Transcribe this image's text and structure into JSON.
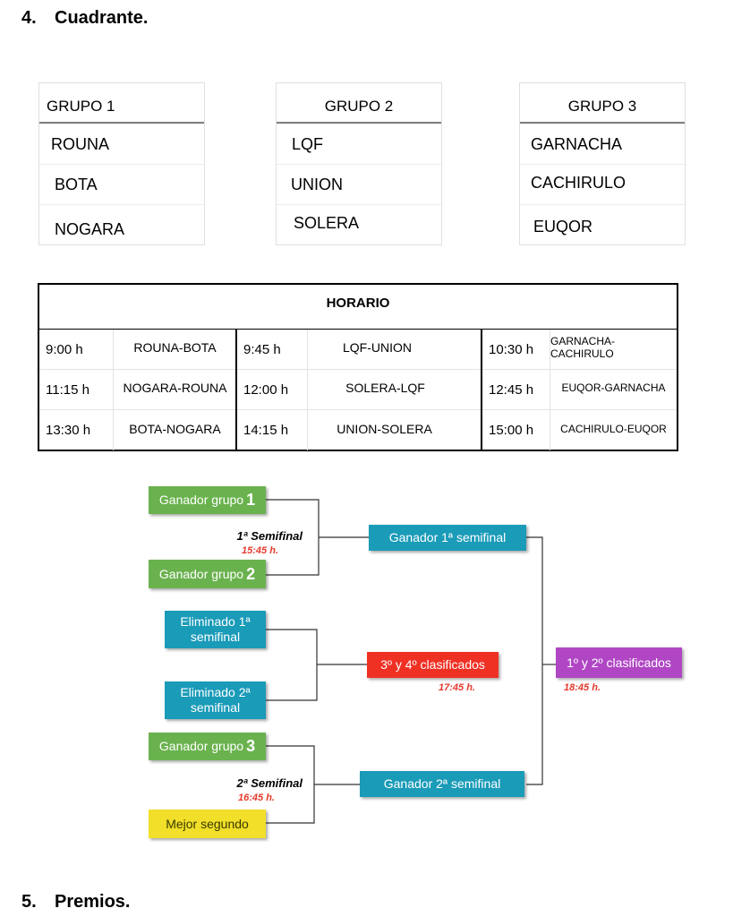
{
  "section4": {
    "number": "4.",
    "title": "Cuadrante."
  },
  "section5": {
    "number": "5.",
    "title": "Premios."
  },
  "groups": [
    {
      "title": "GRUPO 1",
      "teams": [
        "ROUNA",
        "BOTA",
        "NOGARA"
      ]
    },
    {
      "title": "GRUPO 2",
      "teams": [
        "LQF",
        "UNION",
        "SOLERA"
      ]
    },
    {
      "title": "GRUPO 3",
      "teams": [
        "GARNACHA",
        "CACHIRULO",
        "EUQOR"
      ]
    }
  ],
  "schedule": {
    "title": "HORARIO",
    "blocks": [
      [
        {
          "time": "9:00 h",
          "match": "ROUNA-BOTA"
        },
        {
          "time": "11:15 h",
          "match": "NOGARA-ROUNA"
        },
        {
          "time": "13:30 h",
          "match": "BOTA-NOGARA"
        }
      ],
      [
        {
          "time": "9:45 h",
          "match": "LQF-UNION"
        },
        {
          "time": "12:00 h",
          "match": "SOLERA-LQF"
        },
        {
          "time": "14:15 h",
          "match": "UNION-SOLERA"
        }
      ],
      [
        {
          "time": "10:30 h",
          "match": "GARNACHA-CACHIRULO"
        },
        {
          "time": "12:45 h",
          "match": "EUQOR-GARNACHA"
        },
        {
          "time": "15:00 h",
          "match": "CACHIRULO-EUQOR"
        }
      ]
    ]
  },
  "bracket": {
    "g1": {
      "text": "Ganador grupo",
      "num": "1"
    },
    "g2": {
      "text": "Ganador grupo",
      "num": "2"
    },
    "g3": {
      "text": "Ganador grupo",
      "num": "3"
    },
    "elim1": [
      "Eliminado 1ª",
      "semifinal"
    ],
    "elim2": [
      "Eliminado 2ª",
      "semifinal"
    ],
    "mejor": "Mejor segundo",
    "sf1_label": "1ª Semifinal",
    "sf1_time": "15:45 h.",
    "sf2_label": "2ª Semifinal",
    "sf2_time": "16:45 h.",
    "win_sf1": "Ganador 1ª semifinal",
    "win_sf2": "Ganador 2ª semifinal",
    "third": "3º y 4º clasificados",
    "third_time": "17:45 h.",
    "final": "1º y 2º clasificados",
    "final_time": "18:45 h.",
    "colors": {
      "green": "#6ab24e",
      "blue": "#1a9bb8",
      "red": "#ef3124",
      "purple": "#b046c4",
      "yellow": "#f1df29"
    }
  }
}
